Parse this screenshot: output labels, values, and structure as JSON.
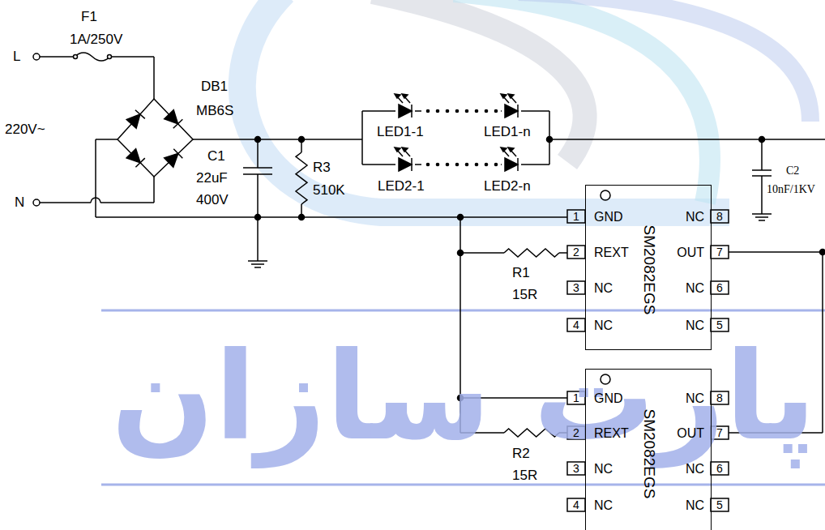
{
  "diagram": {
    "nodes": [
      {
        "text": [
          "GND",
          "REXT",
          "NC",
          "NC",
          "NC",
          "OUT",
          "NC",
          "NC",
          "SM2082EGS"
        ]
      },
      {
        "text": [
          "GND",
          "REXT",
          "NC",
          "NC",
          "NC",
          "OUT",
          "NC",
          "NC",
          "SM2082EGS"
        ]
      }
    ],
    "labels": [
      "F1",
      "1A/250V",
      "L",
      "220V~",
      "N",
      "DB1",
      "MB6S",
      "C1",
      "22uF",
      "400V",
      "R3",
      "510K",
      "LED1-1",
      "LED1-n",
      "LED2-1",
      "LED2-n",
      "C2",
      "10nF/1KV",
      "R1",
      "15R",
      "R2",
      "15R",
      "1",
      "2",
      "3",
      "4",
      "5",
      "6",
      "7",
      "8",
      "1",
      "2",
      "3",
      "4",
      "5",
      "6",
      "7",
      "8",
      "پارت سازان"
    ]
  }
}
